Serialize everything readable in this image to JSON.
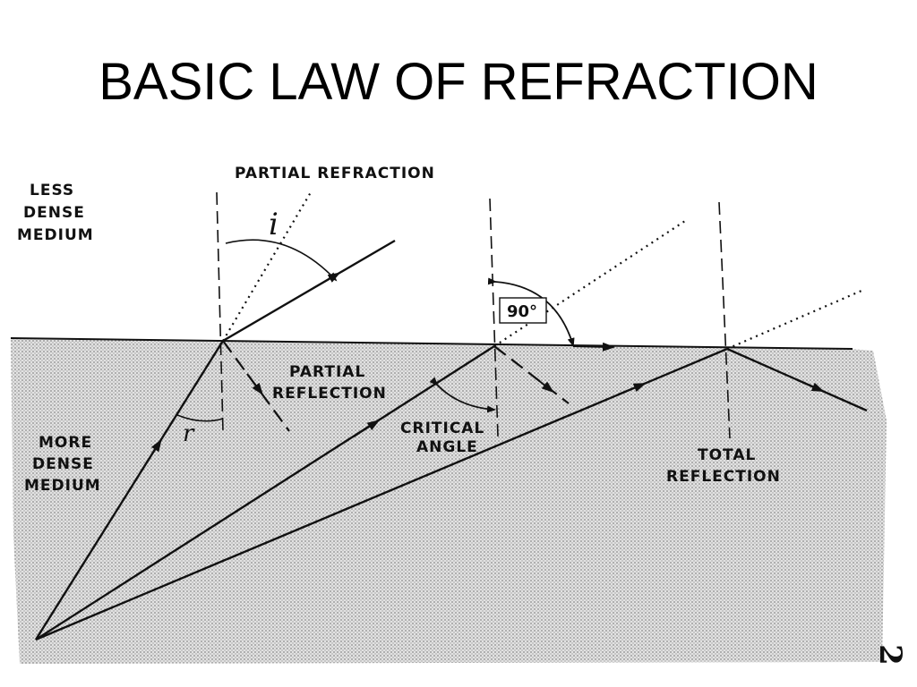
{
  "title": "BASIC LAW OF REFRACTION",
  "labels": {
    "partial_refraction": "PARTIAL REFRACTION",
    "less_dense": [
      "LESS",
      "DENSE",
      "MEDIUM"
    ],
    "more_dense": [
      "MORE",
      "DENSE",
      "MEDIUM"
    ],
    "partial_reflection": [
      "PARTIAL",
      "REFLECTION"
    ],
    "critical_angle": [
      "CRITICAL",
      "ANGLE"
    ],
    "total_reflection": [
      "TOTAL",
      "REFLECTION"
    ],
    "ninety": "90°",
    "angle_i": "i",
    "angle_r": "r"
  },
  "page_number": "2",
  "colors": {
    "ink": "#111111",
    "dense_fill": "#d4d4d4",
    "background": "#ffffff"
  }
}
